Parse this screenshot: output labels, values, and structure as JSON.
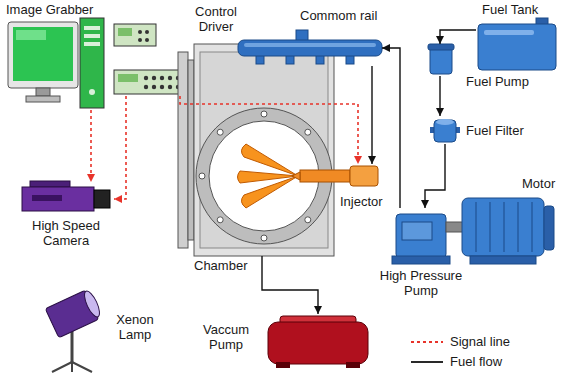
{
  "diagram": {
    "nodes": [
      {
        "text": [
          "Image Grabber"
        ]
      },
      {
        "text": [
          "Control Driver"
        ]
      },
      {
        "text": [
          "Commom rail"
        ]
      },
      {
        "text": [
          "Fuel Tank"
        ]
      },
      {
        "text": [
          "Fuel Pump"
        ]
      },
      {
        "text": [
          "Fuel Filter"
        ]
      },
      {
        "text": [
          "Chamber"
        ]
      },
      {
        "text": [
          "Injector"
        ]
      },
      {
        "text": [
          "Motor"
        ]
      },
      {
        "text": [
          "High Speed Camera"
        ]
      },
      {
        "text": [
          "High Pressure Pump"
        ]
      },
      {
        "text": [
          "Xenon Lamp"
        ]
      },
      {
        "text": [
          "Vaccum Pump"
        ]
      }
    ],
    "edges": [
      {
        "from": 0,
        "to": 9,
        "arrow": "to"
      },
      {
        "from": 1,
        "to": 9,
        "arrow": "to"
      },
      {
        "from": 1,
        "to": 7,
        "arrow": "to"
      },
      {
        "from": 3,
        "to": 4,
        "arrow": "to"
      },
      {
        "from": 4,
        "to": 5,
        "arrow": "to"
      },
      {
        "from": 5,
        "to": 10,
        "arrow": "to"
      },
      {
        "from": 10,
        "to": 2,
        "arrow": "to"
      },
      {
        "from": 2,
        "to": 7,
        "arrow": "to"
      },
      {
        "from": 6,
        "to": 12,
        "arrow": "to"
      }
    ],
    "legend": [
      {
        "text": "Signal line"
      },
      {
        "text": "Fuel flow"
      }
    ]
  }
}
